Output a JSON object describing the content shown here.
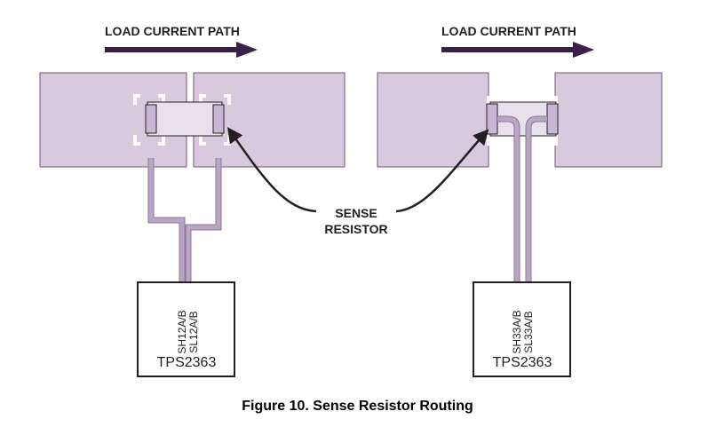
{
  "left": {
    "arrow_label": "LOAD CURRENT PATH",
    "pin_high": "SH12A/B",
    "pin_low": "SL12A/B",
    "chip_label": "TPS2363"
  },
  "right": {
    "arrow_label": "LOAD CURRENT PATH",
    "pin_high": "SH33A/B",
    "pin_low": "SL33A/B",
    "chip_label": "TPS2363"
  },
  "callout": {
    "line1": "SENSE",
    "line2": "RESISTOR"
  },
  "caption": "Figure 10.  Sense Resistor Routing",
  "colors": {
    "copper_fill": "#d8c9de",
    "copper_stroke": "#6b5a74",
    "trace": "#b9a5c4",
    "arrow": "#3a1f47",
    "ink": "#231f20"
  }
}
